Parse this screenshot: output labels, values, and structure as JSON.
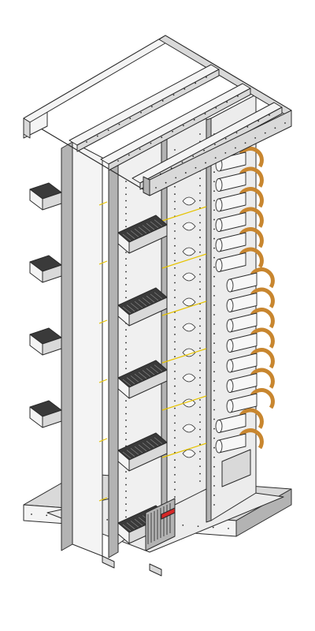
{
  "image": {
    "subject": "fiber-distribution-rack",
    "view": "isometric",
    "style": "line-drawing"
  },
  "rack": {
    "left_face_trays": 4,
    "inner_trays": 5,
    "cable_spools": 15,
    "upper_inner_spools": 11,
    "top_crossbars": 3
  },
  "colors": {
    "background": "#ffffff",
    "line": "#2b2b2b",
    "frame_light": "#f4f4f4",
    "frame_mid": "#d9d9d9",
    "frame_dark": "#b3b3b3",
    "panel": "#ececec",
    "spool_fill": "#f7f7f7",
    "spool_accent": "#c8862f",
    "tray_dark": "#3a3a3a",
    "yellow_marker": "#e6c300",
    "red_marker": "#d62828"
  }
}
